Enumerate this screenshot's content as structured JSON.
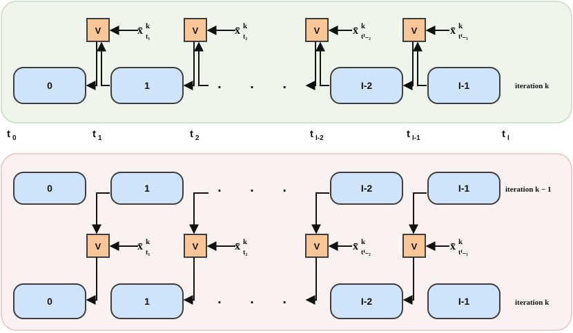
{
  "colors": {
    "top_panel_fill": "#eef5ea",
    "top_panel_stroke": "#c9dcc0",
    "bottom_panel_fill": "#fbf1f0",
    "bottom_panel_stroke": "#e7c4c1",
    "block_fill": "#cfe4f8",
    "block_stroke": "#3d3d3d",
    "v_fill": "#f9c797",
    "v_stroke": "#3d3d3d"
  },
  "top": {
    "blocks": [
      "0",
      "1",
      "I-2",
      "I-1"
    ],
    "v_label": "V",
    "x_sup": "k",
    "x_subs": [
      "t₁",
      "t₂",
      "tᴵ₋₂",
      "tᴵ₋₁"
    ],
    "dots": ". . .",
    "iteration": "iteration k"
  },
  "times": [
    "t",
    "t",
    "t",
    "t",
    "t",
    "t"
  ],
  "time_subs": [
    "0",
    "1",
    "2",
    "I-2",
    "I-1",
    "I"
  ],
  "bottom": {
    "upper_blocks": [
      "0",
      "1",
      "I-2",
      "I-1"
    ],
    "lower_blocks": [
      "0",
      "1",
      "I-2",
      "I-1"
    ],
    "v_label": "V",
    "x_sup": "k",
    "x_subs": [
      "t₁",
      "t₂",
      "tᴵ₋₂",
      "tᴵ₋₁"
    ],
    "dots_upper": ". . .",
    "dots_lower": ". . .",
    "iteration_upper": "iteration k − 1",
    "iteration_lower": "iteration k"
  },
  "x_symbol": "x̄"
}
